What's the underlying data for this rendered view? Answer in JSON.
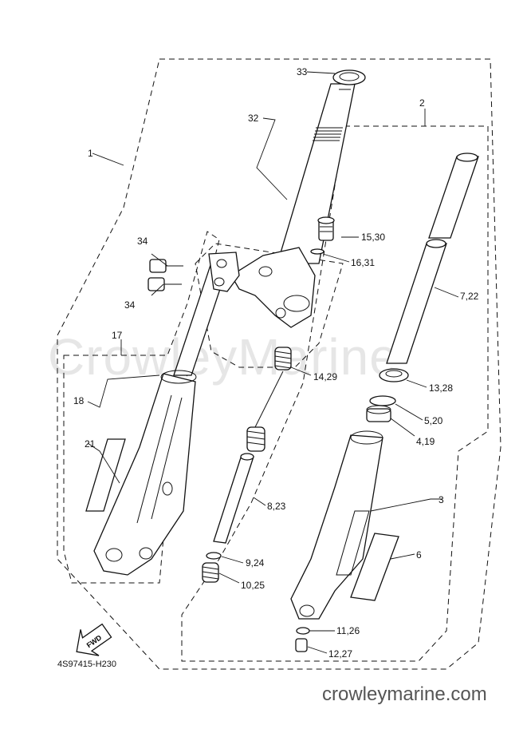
{
  "diagram": {
    "callouts": {
      "c1": "1",
      "c2": "2",
      "c3": "3",
      "c6": "6",
      "c17": "17",
      "c18": "18",
      "c21": "21",
      "c32": "32",
      "c33": "33",
      "c34a": "34",
      "c34b": "34",
      "c15_30": "15,30",
      "c16_31": "16,31",
      "c7_22": "7,22",
      "c14_29": "14,29",
      "c13_28": "13,28",
      "c5_20": "5,20",
      "c4_19": "4,19",
      "c8_23": "8,23",
      "c9_24": "9,24",
      "c10_25": "10,25",
      "c11_26": "11,26",
      "c12_27": "12,27"
    },
    "fwd_label": "FWD",
    "drawing_code": "4S97415-H230",
    "watermark": "CrowleyMarine",
    "site_url": "crowleymarine.com"
  }
}
